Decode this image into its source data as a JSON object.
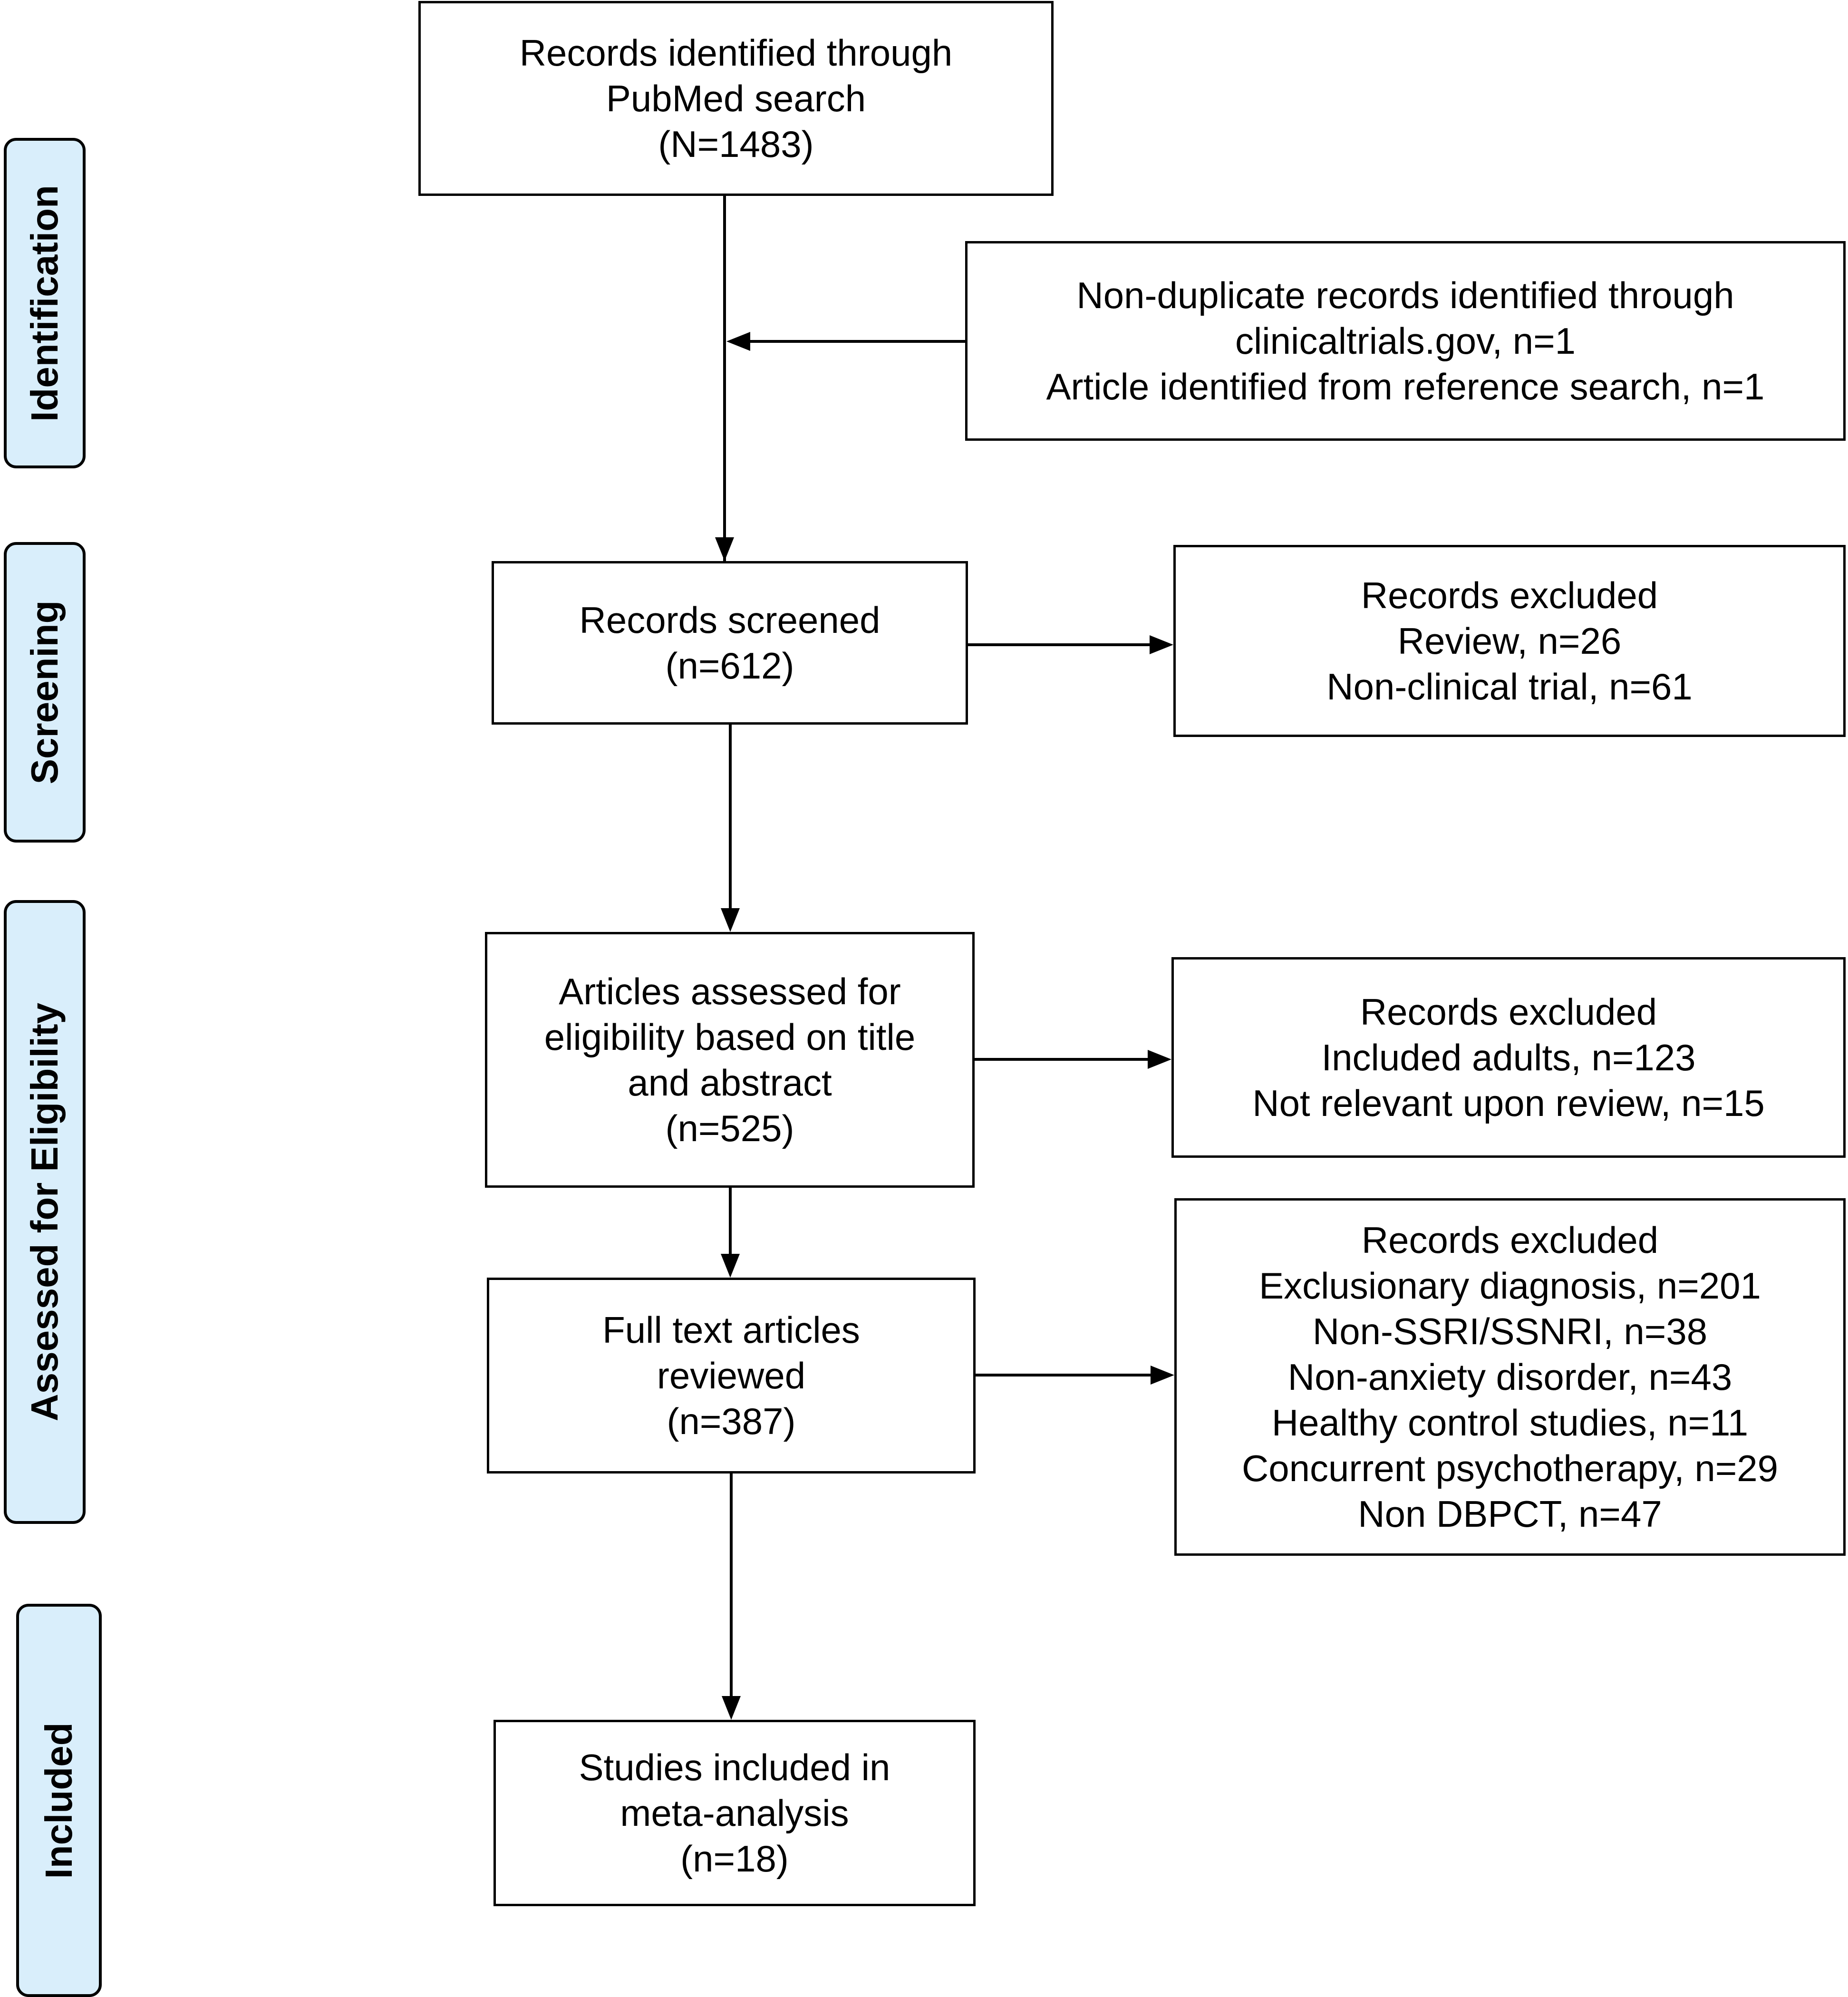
{
  "stages": {
    "identification": "Identification",
    "screening": "Screening",
    "eligibility": "Assessed for Eligibility",
    "included": "Included"
  },
  "boxes": {
    "pubmed": [
      "Records identified through",
      "PubMed search",
      "(N=1483)"
    ],
    "additional": [
      "Non-duplicate records identified through",
      "clinicaltrials.gov, n=1",
      "Article identified from reference search, n=1"
    ],
    "screened": [
      "Records screened",
      "(n=612)"
    ],
    "excluded_screening": [
      "Records excluded",
      "Review, n=26",
      "Non-clinical trial, n=61"
    ],
    "assessed": [
      "Articles assessed for",
      "eligibility based on title",
      "and abstract",
      "(n=525)"
    ],
    "excluded_assessed": [
      "Records excluded",
      "Included adults, n=123",
      "Not relevant upon review, n=15"
    ],
    "fulltext": [
      "Full text articles",
      "reviewed",
      "(n=387)"
    ],
    "excluded_fulltext": [
      "Records excluded",
      "Exclusionary diagnosis, n=201",
      "Non-SSRI/SSNRI, n=38",
      "Non-anxiety disorder, n=43",
      "Healthy control studies, n=11",
      "Concurrent psychotherapy, n=29",
      "Non DBPCT, n=47"
    ],
    "included": [
      "Studies included in",
      "meta-analysis",
      "(n=18)"
    ]
  }
}
